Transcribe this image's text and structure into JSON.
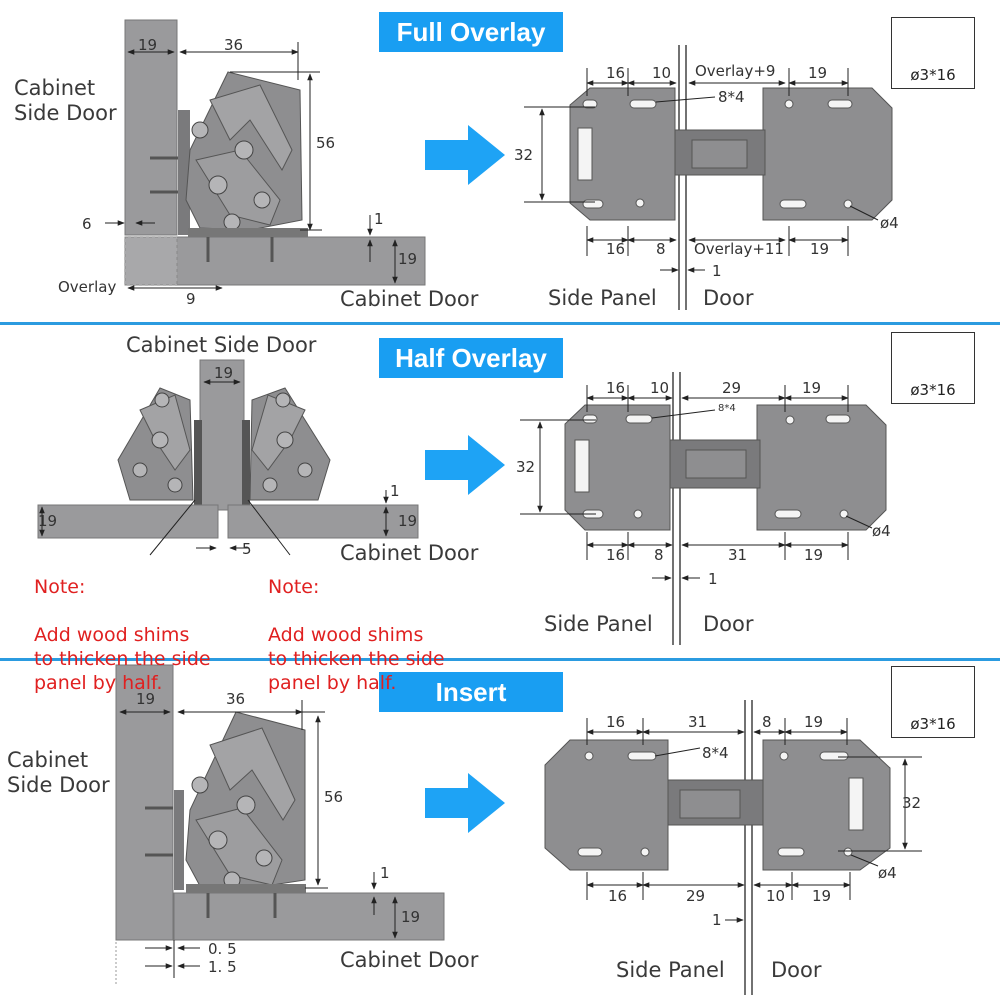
{
  "sections": [
    {
      "title": "Full Overlay",
      "left": {
        "side_label": "Cabinet\nSide Door",
        "door_label": "Cabinet Door",
        "overlay_label": "Overlay",
        "dims": {
          "w19": "19",
          "w36": "36",
          "h56": "56",
          "d6": "6",
          "d1": "1",
          "h19": "19",
          "o9": "9"
        }
      },
      "right": {
        "side_panel": "Side Panel",
        "door": "Door",
        "dims": {
          "t16": "16",
          "t10": "10",
          "t_overlay": "Overlay+9",
          "t19": "19",
          "slot": "8*4",
          "h32": "32",
          "hole": "ø4",
          "b16": "16",
          "b8": "8",
          "b_overlay": "Overlay+11",
          "b19": "19",
          "gap": "1"
        }
      },
      "screw": "ø3*16"
    },
    {
      "title": "Half Overlay",
      "left": {
        "side_label": "Cabinet Side Door",
        "door_label": "Cabinet Door",
        "dims": {
          "w19": "19",
          "l19": "19",
          "r19": "19",
          "d1": "1",
          "d5": "5"
        },
        "notes": [
          {
            "title": "Note:",
            "body": "Add wood shims\nto thicken the side\npanel by half."
          },
          {
            "title": "Note:",
            "body": "Add wood shims\nto thicken the side\npanel by half."
          }
        ]
      },
      "right": {
        "side_panel": "Side Panel",
        "door": "Door",
        "dims": {
          "t16": "16",
          "t10": "10",
          "t29": "29",
          "t19": "19",
          "slot": "8*4",
          "h32": "32",
          "hole": "ø4",
          "b16": "16",
          "b8": "8",
          "b31": "31",
          "b19": "19",
          "gap": "1"
        }
      },
      "screw": "ø3*16"
    },
    {
      "title": "Insert",
      "left": {
        "side_label": "Cabinet\nSide Door",
        "door_label": "Cabinet Door",
        "dims": {
          "w19": "19",
          "w36": "36",
          "h56": "56",
          "d1": "1",
          "h19": "19",
          "g05": "0. 5",
          "g15": "1. 5"
        }
      },
      "right": {
        "side_panel": "Side Panel",
        "door": "Door",
        "dims": {
          "t16": "16",
          "t31": "31",
          "t8": "8",
          "t19": "19",
          "slot": "8*4",
          "h32": "32",
          "hole": "ø4",
          "b16": "16",
          "b29": "29",
          "b10": "10",
          "b19": "19",
          "gap": "1"
        }
      },
      "screw": "ø3*16"
    }
  ],
  "colors": {
    "accent": "#199ef2",
    "separator": "#2b9be0",
    "metal": "#8e8e90",
    "metal_dark": "#6c6c6e",
    "wood": "#9a9a9c",
    "note": "#e02020",
    "arrow": "#1ea3f5"
  },
  "icons": {
    "screw": "screw-icon",
    "arrow": "arrow-right-icon"
  }
}
